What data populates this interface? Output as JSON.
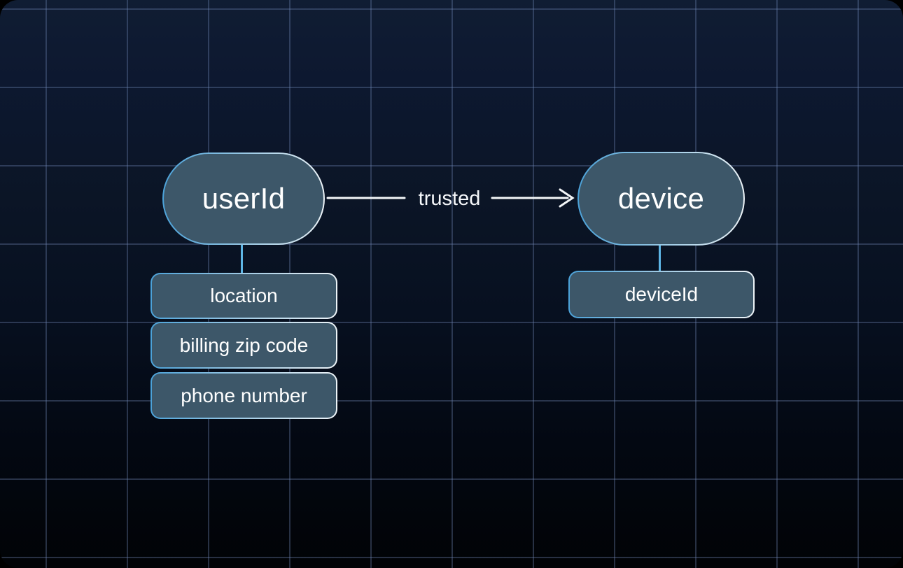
{
  "diagram": {
    "nodes": [
      {
        "id": "userId",
        "label": "userId"
      },
      {
        "id": "device",
        "label": "device"
      }
    ],
    "edges": [
      {
        "from": "userId",
        "to": "device",
        "label": "trusted"
      }
    ],
    "attributes": {
      "userId": [
        "location",
        "billing zip code",
        "phone number"
      ],
      "device": [
        "deviceId"
      ]
    },
    "colors": {
      "background_top": "#101d33",
      "background_bottom": "#010306",
      "grid_line": "#2e3750",
      "node_fill": "#3d5769",
      "border_gradient_start": "#4ba2d9",
      "border_gradient_end": "#eef4f8",
      "connector_line": "#5eb6e6",
      "edge_line": "#f3f6f8",
      "text": "#ffffff"
    }
  }
}
